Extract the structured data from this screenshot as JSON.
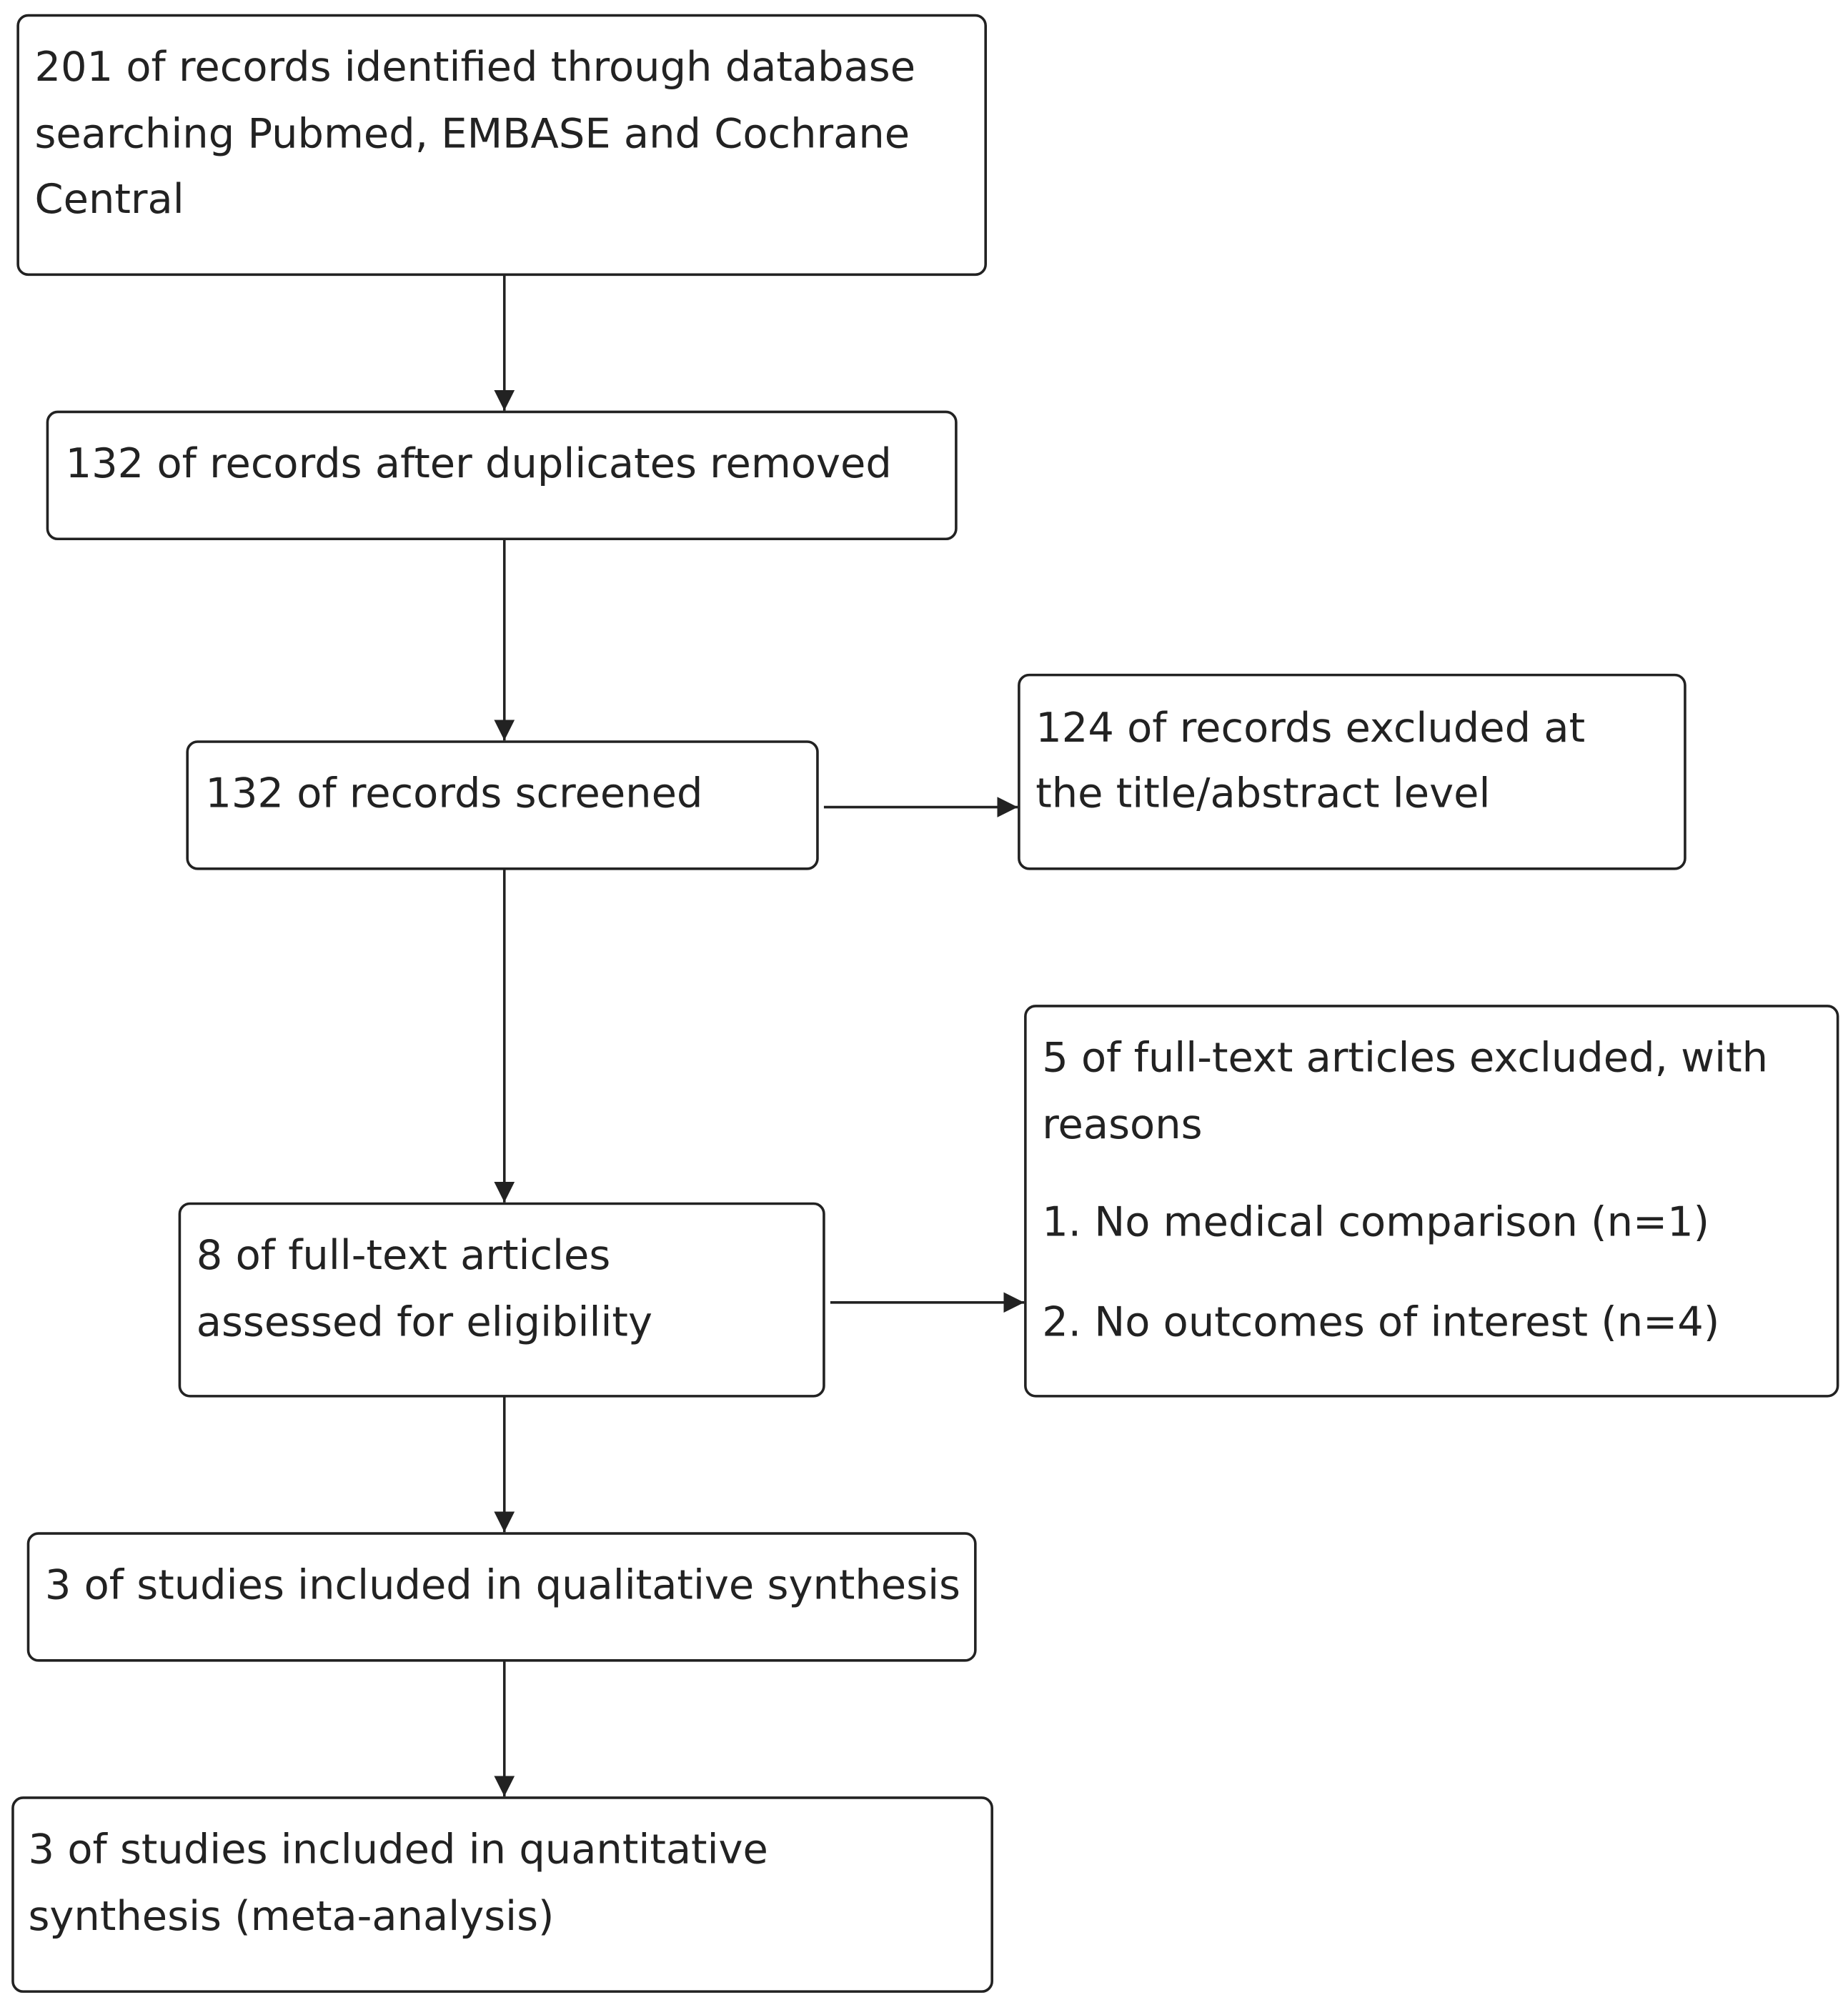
{
  "boxes": {
    "identified": [
      "201 of records identified through database",
      "searching Pubmed, EMBASE and Cochrane",
      "Central"
    ],
    "after_duplicates": [
      "132 of records after duplicates removed"
    ],
    "screened": [
      "132 of records screened"
    ],
    "excluded_title": [
      "124 of records excluded at",
      "the title/abstract level"
    ],
    "fulltext": [
      "8 of full-text articles",
      "assessed for eligibility"
    ],
    "excluded_fulltext": [
      "5 of full-text articles excluded, with",
      "reasons",
      "1. No medical comparison (n=1)",
      "2. No outcomes of interest (n=4)"
    ],
    "qualitative": [
      "3 of studies included in qualitative synthesis"
    ],
    "quantitative": [
      "3 of studies included in quantitative",
      "synthesis (meta-analysis)"
    ]
  }
}
